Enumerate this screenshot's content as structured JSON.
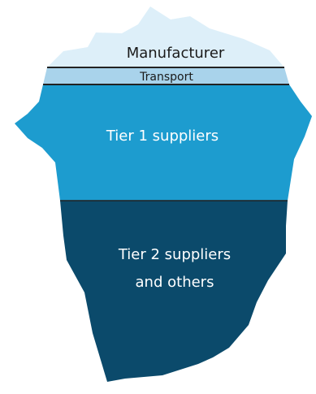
{
  "iceberg": {
    "layers": [
      {
        "id": "manufacturer",
        "lines": [
          "Manufacturer"
        ],
        "fill": "#ddeff9",
        "text_color": "#1a1a1a"
      },
      {
        "id": "transport",
        "lines": [
          "Transport"
        ],
        "fill": "#a9d3eb",
        "text_color": "#1a1a1a"
      },
      {
        "id": "tier1",
        "lines": [
          "Tier 1 suppliers"
        ],
        "fill": "#1d9ccf",
        "text_color": "#ffffff"
      },
      {
        "id": "tier2",
        "lines": [
          "Tier 2 suppliers",
          "and others"
        ],
        "fill": "#0b4a6b",
        "text_color": "#ffffff"
      }
    ],
    "outline_color": "#222222"
  }
}
